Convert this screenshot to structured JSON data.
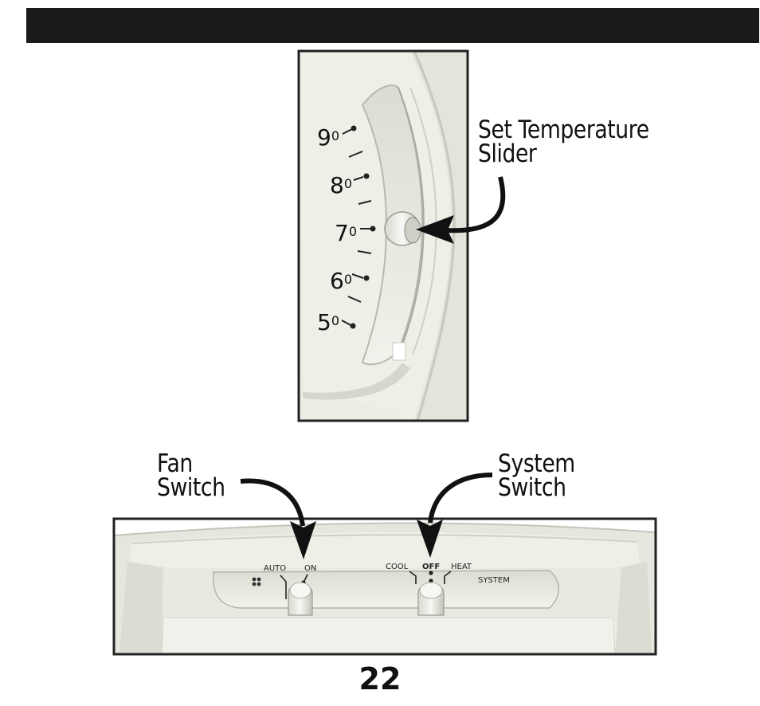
{
  "callouts": {
    "set_temperature": [
      "Set Temperature",
      "Slider"
    ],
    "fan_switch": [
      "Fan",
      "Switch"
    ],
    "system_switch": [
      "System",
      "Switch"
    ]
  },
  "temperature_scale": {
    "marks": [
      {
        "digit": "9",
        "suffix": "0"
      },
      {
        "digit": "8",
        "suffix": "0"
      },
      {
        "digit": "7",
        "suffix": "0"
      },
      {
        "digit": "6",
        "suffix": "0"
      },
      {
        "digit": "5",
        "suffix": "0"
      }
    ],
    "slider_setting": "70"
  },
  "fan_switch": {
    "options": [
      "AUTO",
      "ON"
    ],
    "selected": "ON"
  },
  "system_switch": {
    "options": [
      "COOL",
      "OFF",
      "HEAT"
    ],
    "selected": "OFF",
    "label": "SYSTEM"
  },
  "page": {
    "number": "22"
  },
  "colors": {
    "header_bar": "#1a1a1a",
    "panel_body": "#ecece4",
    "panel_shadow": "#c9c9bf",
    "frame": "#222222"
  },
  "icons": {
    "fan": "fan-icon",
    "arrows": "curved-callout-arrow"
  }
}
